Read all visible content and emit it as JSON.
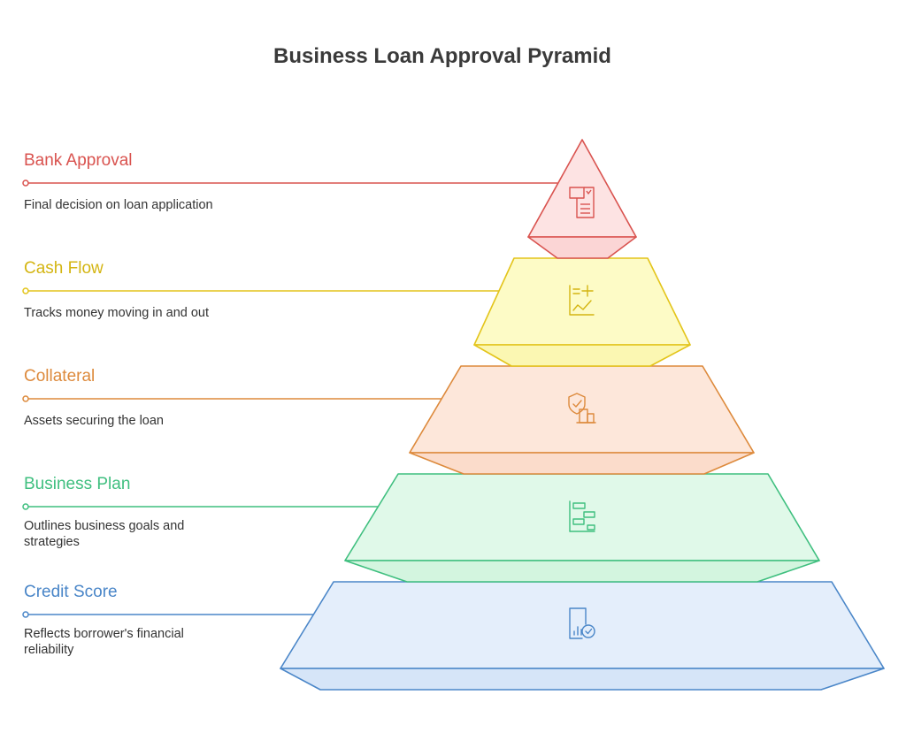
{
  "title": "Business Loan Approval Pyramid",
  "layers": [
    {
      "key": "bank",
      "label": "Bank Approval",
      "description": "Final decision on loan application",
      "color": "#d9534f",
      "fill": "#fde3e3",
      "icon": "document-form-icon"
    },
    {
      "key": "cash",
      "label": "Cash Flow",
      "description": "Tracks money moving in and out",
      "color": "#e3c41a",
      "fill": "#fdfbc6",
      "icon": "chart-trend-icon"
    },
    {
      "key": "collateral",
      "label": "Collateral",
      "description": "Assets securing the loan",
      "color": "#dd8a3c",
      "fill": "#fde7da",
      "icon": "shield-building-icon"
    },
    {
      "key": "plan",
      "label": "Business Plan",
      "description": "Outlines business goals and strategies",
      "color": "#3fbf7f",
      "fill": "#e0f9e9",
      "icon": "flowchart-icon"
    },
    {
      "key": "credit",
      "label": "Credit Score",
      "description": "Reflects borrower's financial reliability",
      "color": "#4a86c8",
      "fill": "#e4eefb",
      "icon": "report-check-icon"
    }
  ]
}
